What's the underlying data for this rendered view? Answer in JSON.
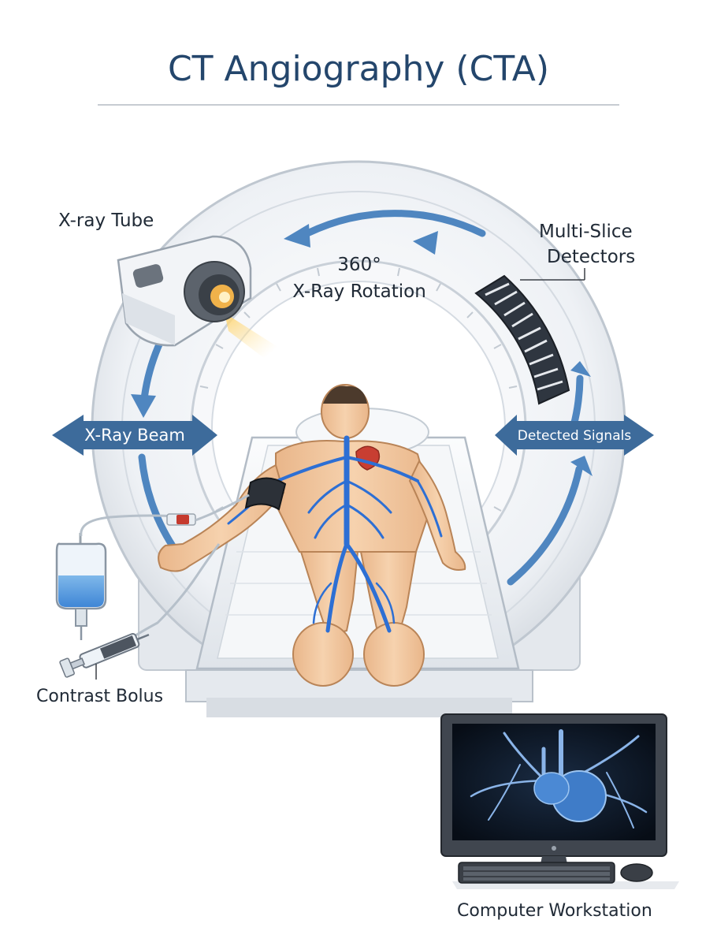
{
  "title": "CT Angiography (CTA)",
  "labels": {
    "xray_tube": "X-ray Tube",
    "rotation_degrees": "360°",
    "rotation": "X-Ray Rotation",
    "detectors_line1": "Multi-Slice",
    "detectors_line2": "Detectors",
    "xray_beam": "X-Ray Beam",
    "detected_signals": "Detected Signals",
    "contrast_bolus": "Contrast Bolus",
    "workstation": "Computer Workstation"
  },
  "colors": {
    "title": "#24466c",
    "arrow_fill": "#3d6b9b",
    "vessel": "#2d6fd4",
    "skin": "#f3c9a0",
    "gantry": "#eef1f4",
    "monitor_screen": "#0c1624"
  },
  "icons": [
    "xray-tube-icon",
    "detector-array-icon",
    "iv-bag-icon",
    "syringe-icon",
    "blood-pressure-cuff-icon",
    "monitor-icon",
    "keyboard-icon",
    "mouse-icon"
  ]
}
